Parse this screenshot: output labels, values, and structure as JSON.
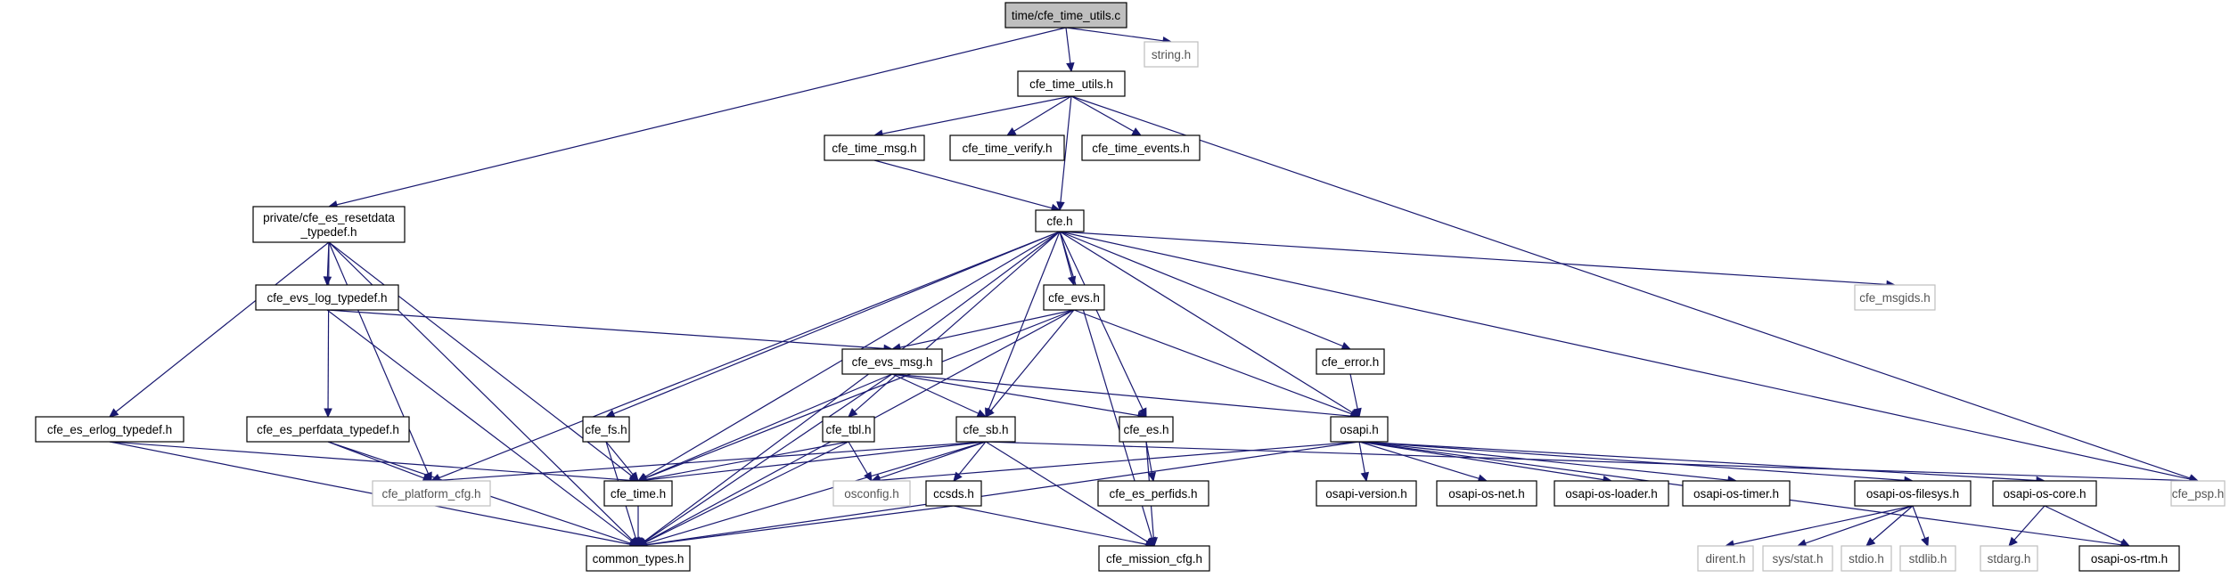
{
  "diagram": {
    "type": "include-dependency-graph",
    "colors": {
      "edge": "#191970",
      "root_fill": "#bfbfbf",
      "box_border": "#000000",
      "external_border": "#bfbfbf"
    },
    "nodes": [
      {
        "id": "root",
        "label": "time/cfe_time_utils.c",
        "kind": "root"
      },
      {
        "id": "string_h",
        "label": "string.h",
        "kind": "external"
      },
      {
        "id": "cfe_time_utils_h",
        "label": "cfe_time_utils.h",
        "kind": "internal"
      },
      {
        "id": "cfe_time_msg_h",
        "label": "cfe_time_msg.h",
        "kind": "internal"
      },
      {
        "id": "cfe_time_verify_h",
        "label": "cfe_time_verify.h",
        "kind": "internal"
      },
      {
        "id": "cfe_time_events_h",
        "label": "cfe_time_events.h",
        "kind": "internal"
      },
      {
        "id": "resetdata",
        "label": "private/cfe_es_resetdata\n_typedef.h",
        "kind": "internal"
      },
      {
        "id": "cfe_h",
        "label": "cfe.h",
        "kind": "internal"
      },
      {
        "id": "cfe_evs_h",
        "label": "cfe_evs.h",
        "kind": "internal"
      },
      {
        "id": "cfe_msgids_h",
        "label": "cfe_msgids.h",
        "kind": "external"
      },
      {
        "id": "cfe_evs_log_typedef_h",
        "label": "cfe_evs_log_typedef.h",
        "kind": "internal"
      },
      {
        "id": "cfe_evs_msg_h",
        "label": "cfe_evs_msg.h",
        "kind": "internal"
      },
      {
        "id": "cfe_error_h",
        "label": "cfe_error.h",
        "kind": "internal"
      },
      {
        "id": "osapi_h",
        "label": "osapi.h",
        "kind": "internal"
      },
      {
        "id": "cfe_es_erlog_typedef_h",
        "label": "cfe_es_erlog_typedef.h",
        "kind": "internal"
      },
      {
        "id": "cfe_es_perfdata_typedef_h",
        "label": "cfe_es_perfdata_typedef.h",
        "kind": "internal"
      },
      {
        "id": "cfe_fs_h",
        "label": "cfe_fs.h",
        "kind": "internal"
      },
      {
        "id": "cfe_tbl_h",
        "label": "cfe_tbl.h",
        "kind": "internal"
      },
      {
        "id": "cfe_sb_h",
        "label": "cfe_sb.h",
        "kind": "internal"
      },
      {
        "id": "cfe_es_h",
        "label": "cfe_es.h",
        "kind": "internal"
      },
      {
        "id": "cfe_platform_cfg_h",
        "label": "cfe_platform_cfg.h",
        "kind": "external"
      },
      {
        "id": "cfe_time_h",
        "label": "cfe_time.h",
        "kind": "internal"
      },
      {
        "id": "osconfig_h",
        "label": "osconfig.h",
        "kind": "external"
      },
      {
        "id": "ccsds_h",
        "label": "ccsds.h",
        "kind": "internal"
      },
      {
        "id": "cfe_es_perfids_h",
        "label": "cfe_es_perfids.h",
        "kind": "internal"
      },
      {
        "id": "osapi_version_h",
        "label": "osapi-version.h",
        "kind": "internal"
      },
      {
        "id": "osapi_os_net_h",
        "label": "osapi-os-net.h",
        "kind": "internal"
      },
      {
        "id": "osapi_os_loader_h",
        "label": "osapi-os-loader.h",
        "kind": "internal"
      },
      {
        "id": "osapi_os_timer_h",
        "label": "osapi-os-timer.h",
        "kind": "internal"
      },
      {
        "id": "osapi_os_filesys_h",
        "label": "osapi-os-filesys.h",
        "kind": "internal"
      },
      {
        "id": "osapi_os_core_h",
        "label": "osapi-os-core.h",
        "kind": "internal"
      },
      {
        "id": "cfe_psp_h",
        "label": "cfe_psp.h",
        "kind": "external"
      },
      {
        "id": "common_types_h",
        "label": "common_types.h",
        "kind": "internal"
      },
      {
        "id": "cfe_mission_cfg_h",
        "label": "cfe_mission_cfg.h",
        "kind": "internal"
      },
      {
        "id": "dirent_h",
        "label": "dirent.h",
        "kind": "external"
      },
      {
        "id": "sys_stat_h",
        "label": "sys/stat.h",
        "kind": "external"
      },
      {
        "id": "stdio_h",
        "label": "stdio.h",
        "kind": "external"
      },
      {
        "id": "stdlib_h",
        "label": "stdlib.h",
        "kind": "external"
      },
      {
        "id": "stdarg_h",
        "label": "stdarg.h",
        "kind": "external"
      },
      {
        "id": "osapi_os_rtm_h",
        "label": "osapi-os-rtm.h",
        "kind": "internal"
      }
    ],
    "edges": [
      [
        "root",
        "cfe_time_utils_h"
      ],
      [
        "root",
        "string_h"
      ],
      [
        "root",
        "resetdata"
      ],
      [
        "cfe_time_utils_h",
        "cfe_time_msg_h"
      ],
      [
        "cfe_time_utils_h",
        "cfe_time_verify_h"
      ],
      [
        "cfe_time_utils_h",
        "cfe_time_events_h"
      ],
      [
        "cfe_time_utils_h",
        "cfe_h"
      ],
      [
        "cfe_time_utils_h",
        "cfe_psp_h"
      ],
      [
        "cfe_time_msg_h",
        "cfe_h"
      ],
      [
        "resetdata",
        "cfe_evs_log_typedef_h"
      ],
      [
        "resetdata",
        "cfe_es_erlog_typedef_h"
      ],
      [
        "resetdata",
        "cfe_es_perfdata_typedef_h"
      ],
      [
        "resetdata",
        "cfe_platform_cfg_h"
      ],
      [
        "resetdata",
        "cfe_time_h"
      ],
      [
        "resetdata",
        "common_types_h"
      ],
      [
        "cfe_h",
        "cfe_evs_h"
      ],
      [
        "cfe_h",
        "cfe_msgids_h"
      ],
      [
        "cfe_h",
        "cfe_error_h"
      ],
      [
        "cfe_h",
        "osapi_h"
      ],
      [
        "cfe_h",
        "cfe_fs_h"
      ],
      [
        "cfe_h",
        "cfe_tbl_h"
      ],
      [
        "cfe_h",
        "cfe_sb_h"
      ],
      [
        "cfe_h",
        "cfe_es_h"
      ],
      [
        "cfe_h",
        "cfe_platform_cfg_h"
      ],
      [
        "cfe_h",
        "cfe_time_h"
      ],
      [
        "cfe_h",
        "common_types_h"
      ],
      [
        "cfe_h",
        "cfe_psp_h"
      ],
      [
        "cfe_h",
        "cfe_mission_cfg_h"
      ],
      [
        "cfe_evs_log_typedef_h",
        "cfe_evs_msg_h"
      ],
      [
        "cfe_evs_log_typedef_h",
        "common_types_h"
      ],
      [
        "cfe_evs_h",
        "cfe_evs_msg_h"
      ],
      [
        "cfe_evs_h",
        "cfe_sb_h"
      ],
      [
        "cfe_evs_h",
        "osapi_h"
      ],
      [
        "cfe_evs_h",
        "cfe_time_h"
      ],
      [
        "cfe_evs_h",
        "common_types_h"
      ],
      [
        "cfe_evs_msg_h",
        "cfe_sb_h"
      ],
      [
        "cfe_evs_msg_h",
        "cfe_es_h"
      ],
      [
        "cfe_evs_msg_h",
        "osapi_h"
      ],
      [
        "cfe_evs_msg_h",
        "cfe_time_h"
      ],
      [
        "cfe_evs_msg_h",
        "common_types_h"
      ],
      [
        "cfe_error_h",
        "osapi_h"
      ],
      [
        "cfe_es_erlog_typedef_h",
        "cfe_time_h"
      ],
      [
        "cfe_es_erlog_typedef_h",
        "common_types_h"
      ],
      [
        "cfe_es_perfdata_typedef_h",
        "cfe_platform_cfg_h"
      ],
      [
        "cfe_es_perfdata_typedef_h",
        "common_types_h"
      ],
      [
        "cfe_fs_h",
        "cfe_time_h"
      ],
      [
        "cfe_fs_h",
        "common_types_h"
      ],
      [
        "cfe_tbl_h",
        "cfe_time_h"
      ],
      [
        "cfe_tbl_h",
        "osconfig_h"
      ],
      [
        "cfe_tbl_h",
        "common_types_h"
      ],
      [
        "cfe_sb_h",
        "cfe_platform_cfg_h"
      ],
      [
        "cfe_sb_h",
        "cfe_time_h"
      ],
      [
        "cfe_sb_h",
        "osconfig_h"
      ],
      [
        "cfe_sb_h",
        "ccsds_h"
      ],
      [
        "cfe_sb_h",
        "cfe_mission_cfg_h"
      ],
      [
        "cfe_sb_h",
        "common_types_h"
      ],
      [
        "cfe_sb_h",
        "cfe_psp_h"
      ],
      [
        "cfe_es_h",
        "cfe_es_perfids_h"
      ],
      [
        "cfe_es_h",
        "cfe_mission_cfg_h"
      ],
      [
        "cfe_time_h",
        "common_types_h"
      ],
      [
        "ccsds_h",
        "common_types_h"
      ],
      [
        "ccsds_h",
        "cfe_mission_cfg_h"
      ],
      [
        "osapi_h",
        "osconfig_h"
      ],
      [
        "osapi_h",
        "common_types_h"
      ],
      [
        "osapi_h",
        "osapi_version_h"
      ],
      [
        "osapi_h",
        "osapi_os_net_h"
      ],
      [
        "osapi_h",
        "osapi_os_loader_h"
      ],
      [
        "osapi_h",
        "osapi_os_timer_h"
      ],
      [
        "osapi_h",
        "osapi_os_filesys_h"
      ],
      [
        "osapi_h",
        "osapi_os_core_h"
      ],
      [
        "osapi_h",
        "osapi_os_rtm_h"
      ],
      [
        "osapi_os_filesys_h",
        "dirent_h"
      ],
      [
        "osapi_os_filesys_h",
        "sys_stat_h"
      ],
      [
        "osapi_os_filesys_h",
        "stdio_h"
      ],
      [
        "osapi_os_filesys_h",
        "stdlib_h"
      ],
      [
        "osapi_os_core_h",
        "stdarg_h"
      ],
      [
        "osapi_os_core_h",
        "osapi_os_rtm_h"
      ]
    ]
  }
}
